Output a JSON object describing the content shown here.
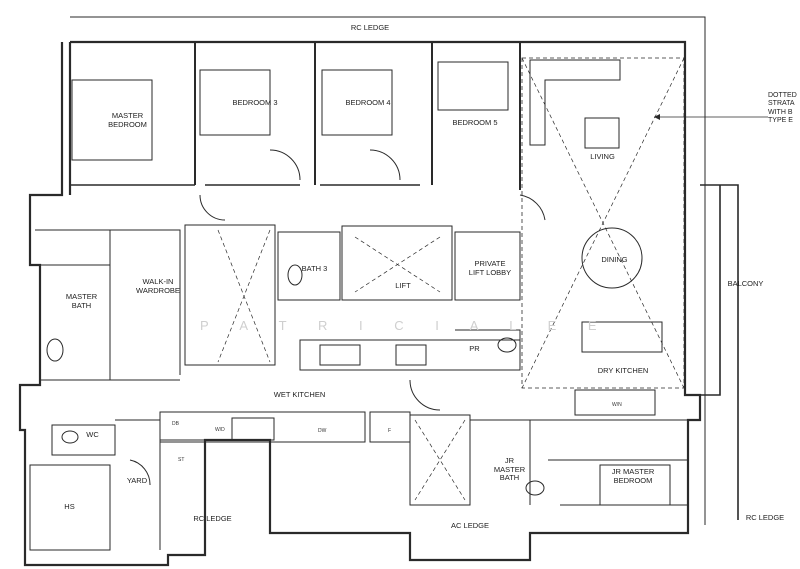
{
  "plan": {
    "rooms": {
      "rc_ledge_top": "RC LEDGE",
      "master_bedroom": "MASTER\nBEDROOM",
      "bedroom3": "BEDROOM 3",
      "bedroom4": "BEDROOM 4",
      "bedroom5": "BEDROOM 5",
      "living": "LIVING",
      "dining": "DINING",
      "balcony": "BALCONY",
      "master_bath": "MASTER\nBATH",
      "walk_in_wardrobe": "WALK-IN\nWARDROBE",
      "bath3": "BATH 3",
      "lift": "LIFT",
      "private_lift_lobby": "PRIVATE\nLIFT LOBBY",
      "pr": "PR",
      "dry_kitchen": "DRY KITCHEN",
      "wet_kitchen": "WET KITCHEN",
      "wc": "WC",
      "yard": "YARD",
      "hs": "HS",
      "rc_ledge_mid": "RC LEDGE",
      "ac_ledge": "AC LEDGE",
      "jr_master_bath": "JR\nMASTER\nBATH",
      "jr_master_bedroom": "JR MASTER\nBEDROOM",
      "rc_ledge_right": "RC LEDGE"
    },
    "note": "DOTTED\nSTRATA\nWITH B\nTYPE E",
    "fixtures": {
      "db": "DB",
      "st": "ST",
      "wd": "W/D",
      "dw": "DW",
      "f": "F",
      "wn": "W/N"
    },
    "watermark": "P A T R I C I A   L E E"
  }
}
